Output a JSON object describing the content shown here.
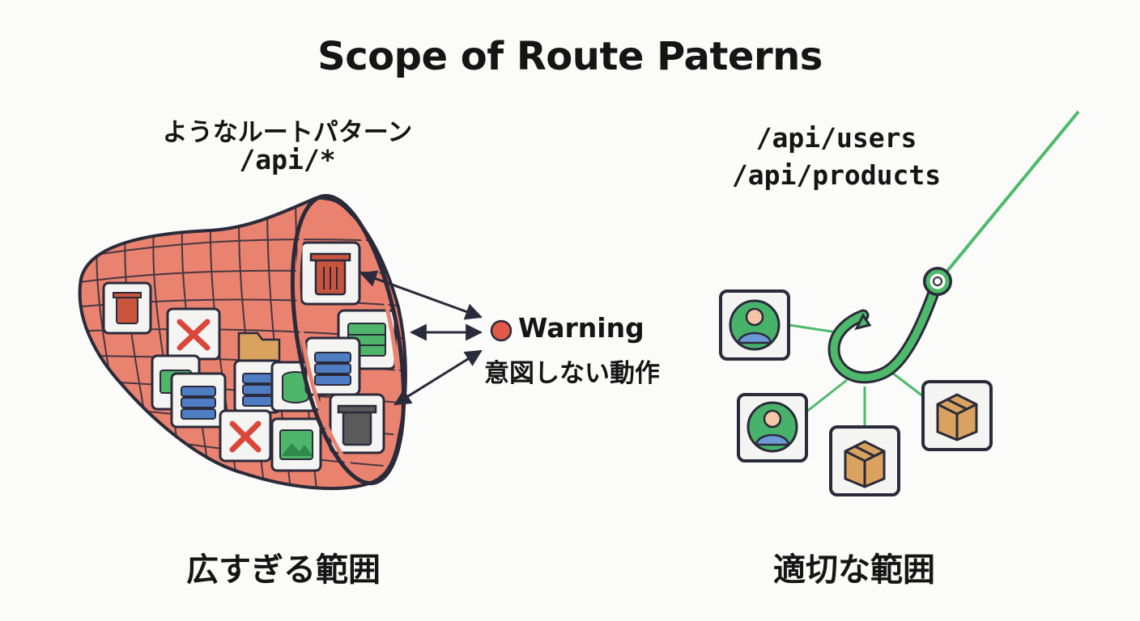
{
  "title": "Scope of Route Paterns",
  "left": {
    "label": "ようなルートパターン",
    "pattern": "/api/*",
    "caption": "広すぎる範囲"
  },
  "right": {
    "patterns": [
      "/api/users",
      "/api/products"
    ],
    "caption": "適切な範囲"
  },
  "warning": {
    "label": "Warning",
    "description": "意図しない動作"
  },
  "icons": {
    "net_items": [
      "trash-icon",
      "error-x-icon",
      "document-icon",
      "database-icon",
      "image-icon",
      "folder-icon"
    ],
    "hook_items": [
      "user-icon",
      "user-icon",
      "box-icon",
      "box-icon"
    ]
  },
  "colors": {
    "net_fill": "#e9826f",
    "net_line": "#2b2a3a",
    "warning_dot": "#e05a4a",
    "hook_green": "#4cba6a",
    "user_green": "#47b36a",
    "user_blue": "#6d9ad6",
    "box_tan": "#d9a35f",
    "doc_green": "#4fb56a",
    "db_blue": "#4f7dc4",
    "error_red": "#d9463a"
  }
}
